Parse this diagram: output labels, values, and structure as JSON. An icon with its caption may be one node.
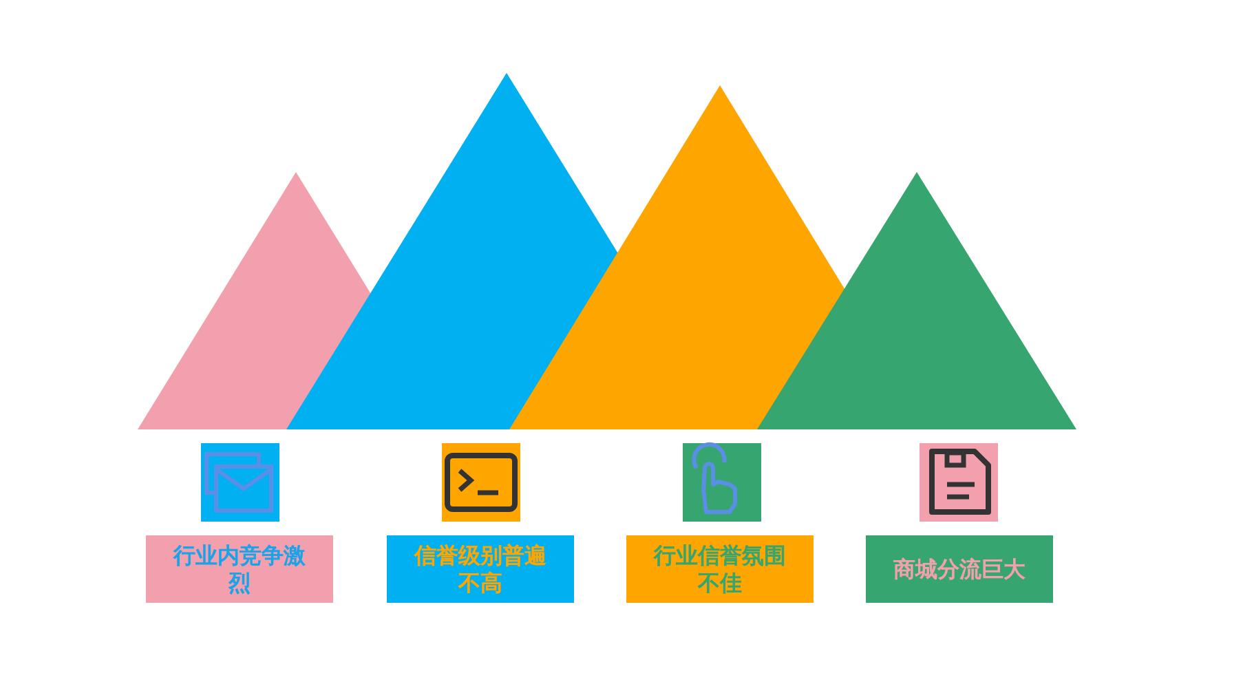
{
  "diagram": {
    "nodes": [
      {
        "text": [
          "行业内竞争激烈"
        ]
      },
      {
        "text": [
          "信誉级别普遍不高"
        ]
      },
      {
        "text": [
          "行业信誉氛围不佳"
        ]
      },
      {
        "text": [
          "商城分流巨大"
        ]
      }
    ]
  }
}
